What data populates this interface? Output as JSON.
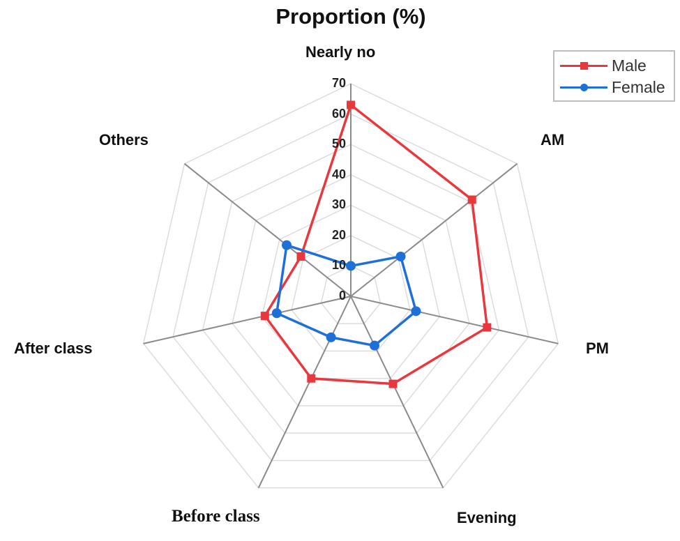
{
  "chart_data": {
    "type": "radar",
    "title": "Proportion (%)",
    "axes": [
      "Nearly no",
      "AM",
      "PM",
      "Evening",
      "Before class",
      "After class",
      "Others"
    ],
    "radial_ticks": [
      0,
      10,
      20,
      30,
      40,
      50,
      60,
      70
    ],
    "rlim": [
      0,
      70
    ],
    "grid": true,
    "legend_position": "top-right",
    "series": [
      {
        "name": "Male",
        "color": "#e8383d",
        "marker": "square",
        "values": [
          63,
          51,
          46,
          32,
          30,
          29,
          21
        ]
      },
      {
        "name": "Female",
        "color": "#1f6fd8",
        "marker": "circle",
        "values": [
          10,
          21,
          22,
          18,
          15,
          25,
          27
        ]
      }
    ]
  },
  "legend": {
    "items": [
      {
        "label": "Male",
        "color": "#e8383d"
      },
      {
        "label": "Female",
        "color": "#1f6fd8"
      }
    ]
  },
  "ticks": [
    "0",
    "10",
    "20",
    "30",
    "40",
    "50",
    "60",
    "70"
  ]
}
